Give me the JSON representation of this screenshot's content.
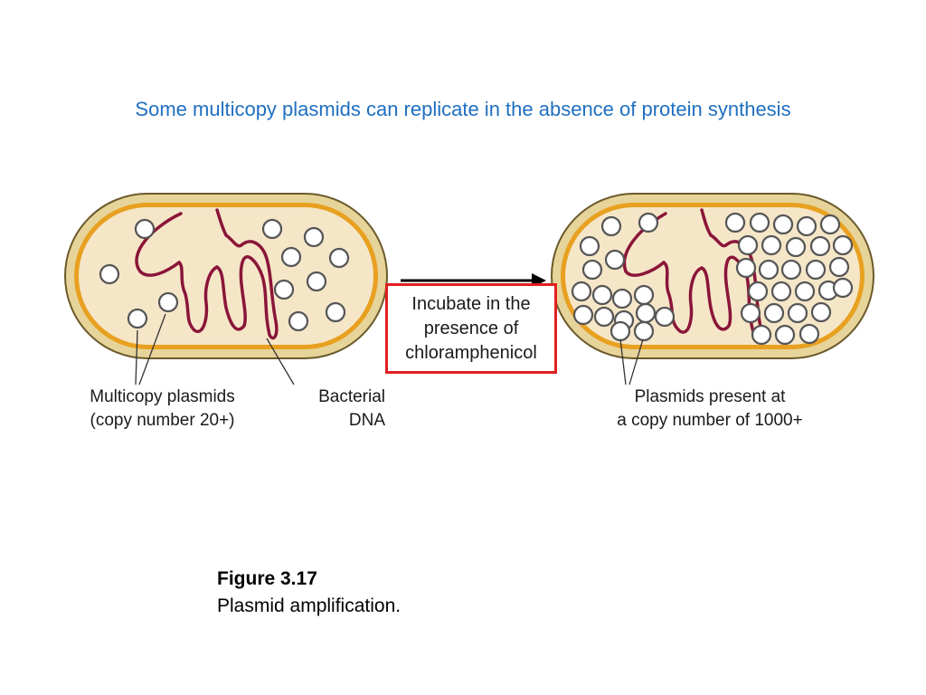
{
  "slide": {
    "title": "Some multicopy plasmids can replicate in the absence of protein synthesis"
  },
  "diagram": {
    "labels": {
      "plasmids_line1": "Multicopy plasmids",
      "plasmids_line2": "(copy number 20+)",
      "dna_line1": "Bacterial",
      "dna_line2": "DNA",
      "amplified_line1": "Plasmids present at",
      "amplified_line2": "a copy number of 1000+"
    },
    "step": {
      "line1": "Incubate in the",
      "line2": "presence of",
      "line3": "chloramphenicol"
    },
    "colors": {
      "title": "#1f6fc0",
      "cell_outer": "#e7d49a",
      "cell_wall": "#e8a020",
      "cytoplasm": "#f5e6c8",
      "dna": "#8a1538",
      "plasmid": "#555555",
      "step_border": "#e02020"
    }
  },
  "caption": {
    "title": "Figure 3.17",
    "text": "Plasmid amplification."
  }
}
